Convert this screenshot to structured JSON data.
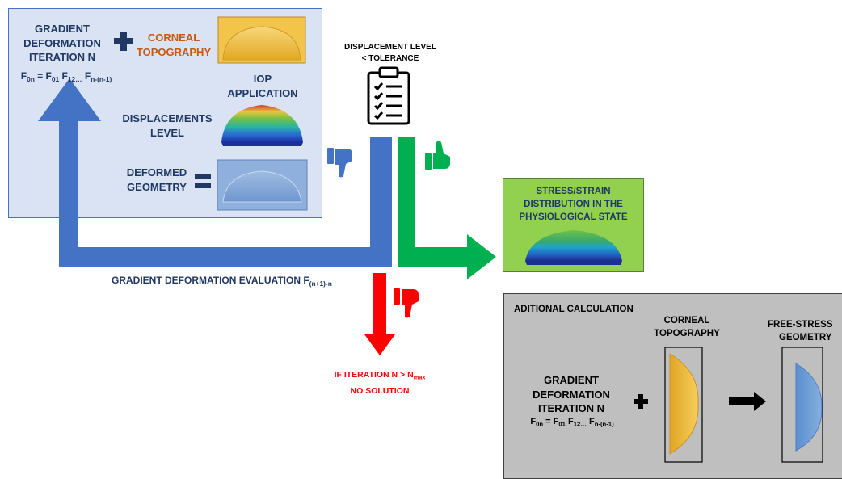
{
  "top_panel": {
    "gradient_title": [
      "GRADIENT",
      "DEFORMATION",
      "ITERATION N"
    ],
    "formula": {
      "F": "F",
      "s0n": "0n",
      "eq": " = F",
      "s01": "01",
      "sp": " F",
      "s12": "12…",
      "sp2": " F",
      "snn": "n-(n-1)"
    },
    "corneal_topography": [
      "CORNEAL",
      "TOPOGRAPHY"
    ],
    "iop_application": [
      "IOP",
      "APPLICATION"
    ],
    "displacements_level": [
      "DISPLACEMENTS",
      "LEVEL"
    ],
    "deformed_geometry": [
      "DEFORMED",
      "GEOMETRY"
    ]
  },
  "check": {
    "label": [
      "DISPLACEMENT LEVEL",
      "< TOLERANCE"
    ]
  },
  "stress_box": {
    "label": [
      "STRESS/STRAIN",
      "DISTRIBUTION IN THE",
      "PHYSIOLOGICAL STATE"
    ]
  },
  "evaluation": {
    "text": "GRADIENT DEFORMATION EVALUATION F",
    "sub": "(n+1)-n"
  },
  "no_solution": {
    "line1": "IF ITERATION N > N",
    "sub": "max",
    "line2": "NO SOLUTION"
  },
  "calc_panel": {
    "title": "ADITIONAL CALCULATION",
    "gradient_title": [
      "GRADIENT",
      "DEFORMATION",
      "ITERATION N"
    ],
    "formula": {
      "F": "F",
      "s0n": "0n",
      "eq": " = F",
      "s01": "01",
      "sp": " F",
      "s12": "12…",
      "sp2": " F",
      "snn": "n-(n-1)"
    },
    "corneal_topography": [
      "CORNEAL",
      "TOPOGRAPHY"
    ],
    "free_stress": [
      "FREE-STRESS",
      "GEOMETRY"
    ]
  },
  "colors": {
    "blue_arrow": "#4472c4",
    "green_arrow": "#00b050",
    "red_arrow": "#ff0000",
    "navy_text": "#1f3864",
    "orange_text": "#c55a11"
  }
}
